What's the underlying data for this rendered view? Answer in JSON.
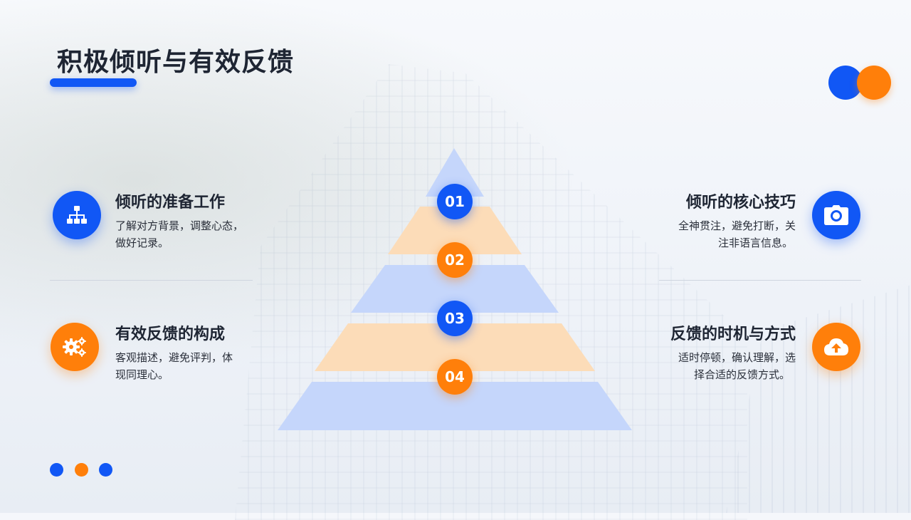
{
  "slide": {
    "title": "积极倾听与有效反馈"
  },
  "colors": {
    "blue": "#1157f5",
    "orange": "#ff7f0a",
    "light_blue": "#c5d6fb",
    "light_orange": "#fcdcb8"
  },
  "pyramid": {
    "levels": [
      {
        "number": "01",
        "color": "blue"
      },
      {
        "number": "02",
        "color": "orange"
      },
      {
        "number": "03",
        "color": "blue"
      },
      {
        "number": "04",
        "color": "orange"
      }
    ]
  },
  "blocks": {
    "top_left": {
      "title": "倾听的准备工作",
      "desc_line1": "了解对方背景，调整心态，",
      "desc_line2": "做好记录。",
      "icon": "sitemap-icon"
    },
    "bottom_left": {
      "title": "有效反馈的构成",
      "desc_line1": "客观描述，避免评判，体",
      "desc_line2": "现同理心。",
      "icon": "gears-icon"
    },
    "top_right": {
      "title": "倾听的核心技巧",
      "desc_line1": "全神贯注，避免打断，关",
      "desc_line2": "注非语言信息。",
      "icon": "camera-icon"
    },
    "bottom_right": {
      "title": "反馈的时机与方式",
      "desc_line1": "适时停顿，确认理解，选",
      "desc_line2": "择合适的反馈方式。",
      "icon": "cloud-upload-icon"
    }
  }
}
